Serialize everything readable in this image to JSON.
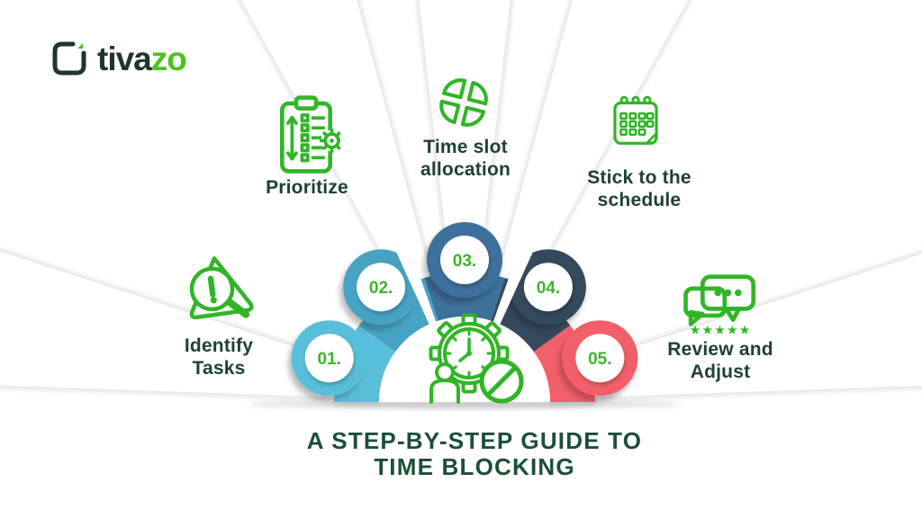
{
  "brand": {
    "name_primary": "tiva",
    "name_accent": "zo",
    "logo_icon": "rounded-square-check-mark"
  },
  "title": "A STEP-BY-STEP GUIDE TO\nTIME BLOCKING",
  "steps": [
    {
      "number": "01.",
      "label": "Identify\nTasks",
      "icon": "magnifier-warning-triangle"
    },
    {
      "number": "02.",
      "label": "Prioritize",
      "icon": "clipboard-list-gear"
    },
    {
      "number": "03.",
      "label": "Time slot\nallocation",
      "icon": "pinwheel-quarter-segments"
    },
    {
      "number": "04.",
      "label": "Stick to the\nschedule",
      "icon": "calendar-grid"
    },
    {
      "number": "05.",
      "label": "Review and\nAdjust",
      "icon": "chat-bubbles-rating",
      "stars": "★★★★★"
    }
  ],
  "center_icon": "gear-clock-person-prohibition",
  "colors": {
    "arc": [
      "#58BED9",
      "#47A3C3",
      "#3D6F9B",
      "#35495D",
      "#F25F6A"
    ],
    "accent_green": "#3DB629",
    "icon_green": "#31B527",
    "label_text": "#1D4233",
    "title_text": "#1C4F36",
    "logo_dark": "#1E352B",
    "logo_accent": "#4EC11E",
    "background": "#FFFFFF"
  }
}
